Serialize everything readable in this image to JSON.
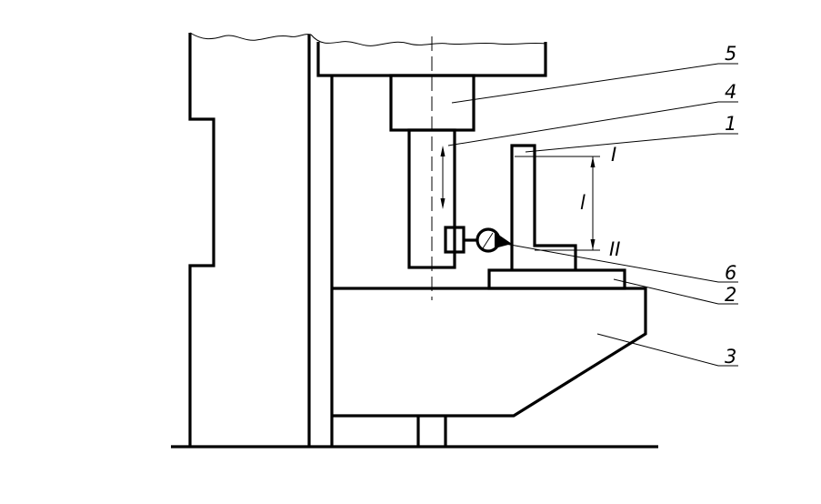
{
  "labels": {
    "part_5": "5",
    "part_4": "4",
    "part_1": "1",
    "part_6": "6",
    "part_2": "2",
    "part_3": "3",
    "level_top": "I",
    "level_bottom": "II",
    "length": "l"
  }
}
